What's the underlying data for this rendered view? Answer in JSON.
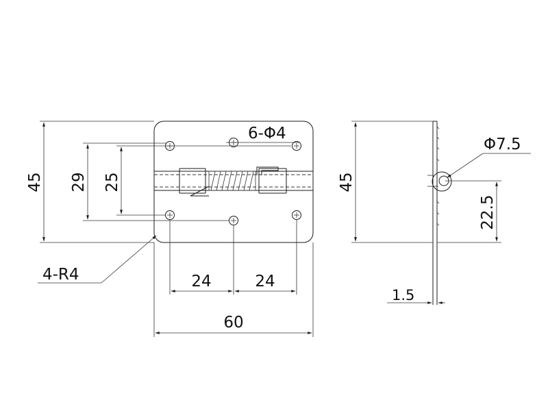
{
  "front_view": {
    "width_label": "60",
    "height_label": "45",
    "outer_hole_spacing_label": "29",
    "inner_hole_spacing_label": "25",
    "hole_pitch_left_label": "24",
    "hole_pitch_right_label": "24",
    "hole_callout": "6-Φ4",
    "corner_callout": "4-R4"
  },
  "side_view": {
    "height_label": "45",
    "pin_diameter_label": "Φ7.5",
    "pin_height_label": "22.5",
    "thickness_label": "1.5"
  }
}
